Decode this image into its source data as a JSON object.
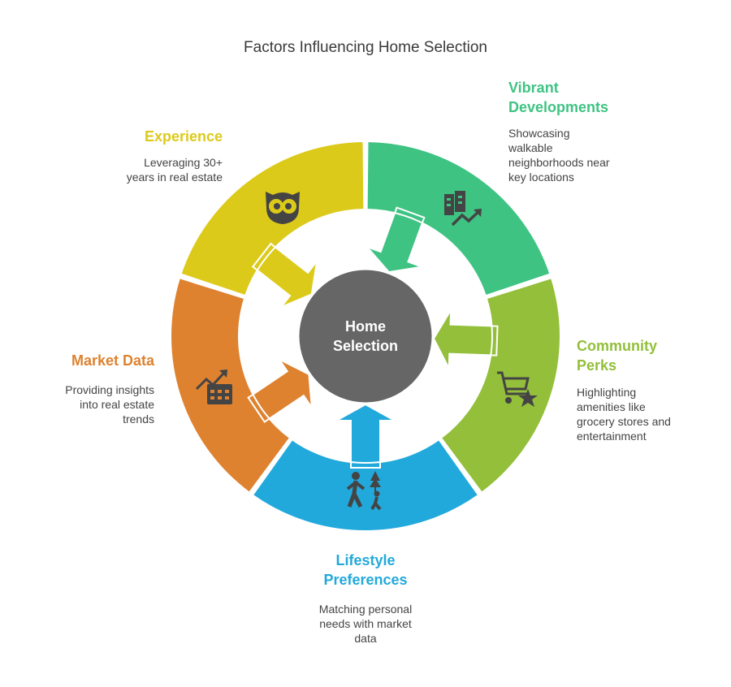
{
  "title": "Factors Influencing Home Selection",
  "center": {
    "line1": "Home",
    "line2": "Selection",
    "color": "#666666"
  },
  "segments": [
    {
      "key": "vibrant",
      "title_lines": [
        "Vibrant",
        "Developments"
      ],
      "desc_lines": [
        "Showcasing",
        "walkable",
        "neighborhoods near",
        "key locations"
      ],
      "color": "#3fc383",
      "icon": "buildings-growth-icon"
    },
    {
      "key": "community",
      "title_lines": [
        "Community",
        "Perks"
      ],
      "desc_lines": [
        "Highlighting",
        "amenities like",
        "grocery stores and",
        "entertainment"
      ],
      "color": "#93bf3b",
      "icon": "cart-star-icon"
    },
    {
      "key": "lifestyle",
      "title_lines": [
        "Lifestyle",
        "Preferences"
      ],
      "desc_lines": [
        "Matching personal",
        "needs with market",
        "data"
      ],
      "color": "#22a9db",
      "icon": "family-walk-icon"
    },
    {
      "key": "market",
      "title_lines": [
        "Market Data"
      ],
      "desc_lines": [
        "Providing insights",
        "into real estate",
        "trends"
      ],
      "color": "#de8230",
      "icon": "chart-calendar-icon"
    },
    {
      "key": "experience",
      "title_lines": [
        "Experience"
      ],
      "desc_lines": [
        "Leveraging 30+",
        "years in real estate"
      ],
      "color": "#dcca1a",
      "icon": "owl-icon"
    }
  ]
}
